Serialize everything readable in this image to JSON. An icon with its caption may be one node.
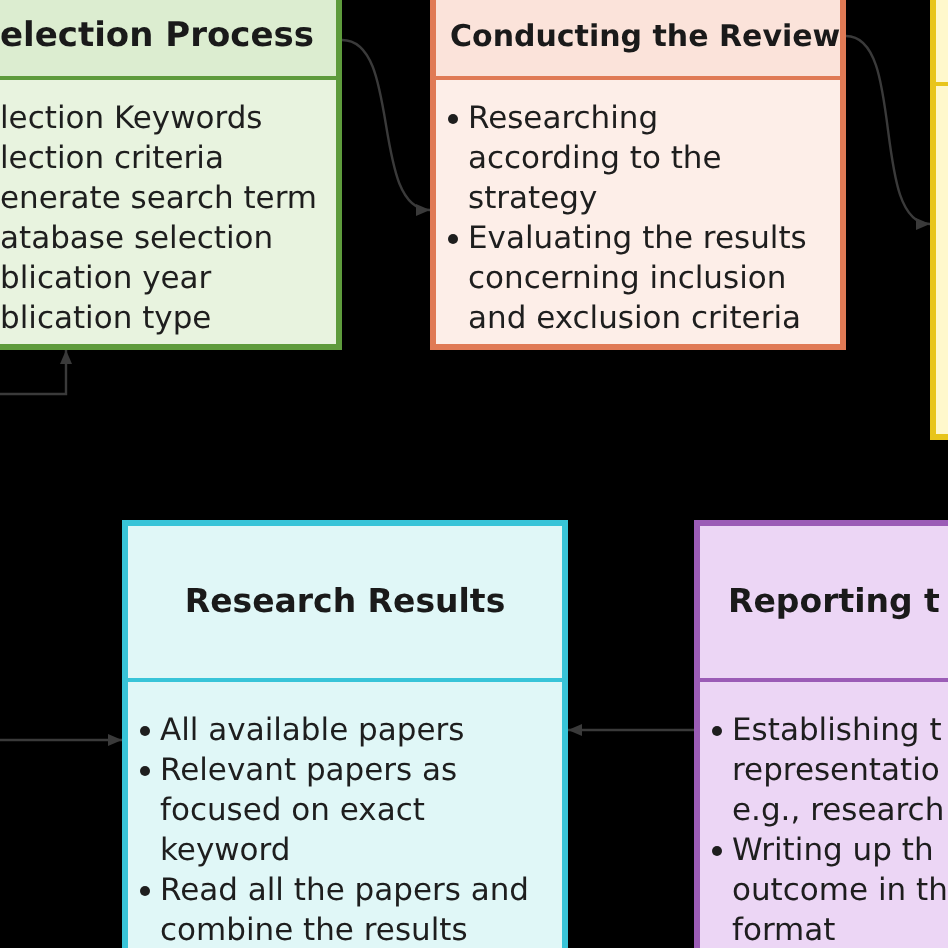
{
  "diagram": {
    "nodes": [
      {
        "text": [
          "election Process",
          "lection Keywords",
          "lection criteria",
          "enerate search term",
          "atabase selection",
          "blication year",
          "blication type"
        ]
      },
      {
        "text": [
          "Conducting the Review",
          "Researching according to the strategy",
          "Evaluating the results concerning inclusion and exclusion criteria"
        ]
      },
      {
        "text": [],
        "shape": "box"
      },
      {
        "text": [
          "Research Results",
          "All available papers",
          "Relevant papers as focused on exact keyword",
          "Read all the papers and combine the results"
        ]
      },
      {
        "text": [
          "Reporting t",
          "Establishing t representatio e.g., research",
          "Writing up th outcome in th format"
        ]
      }
    ],
    "edges": [
      {
        "from": 0,
        "to": 1,
        "arrow": "to"
      },
      {
        "from": 1,
        "to": 2,
        "arrow": "to"
      },
      {
        "from": 4,
        "to": 3,
        "arrow": "to"
      },
      {
        "from": null,
        "to": 0,
        "arrow": "to"
      },
      {
        "from": null,
        "to": 3,
        "arrow": "to"
      }
    ]
  }
}
